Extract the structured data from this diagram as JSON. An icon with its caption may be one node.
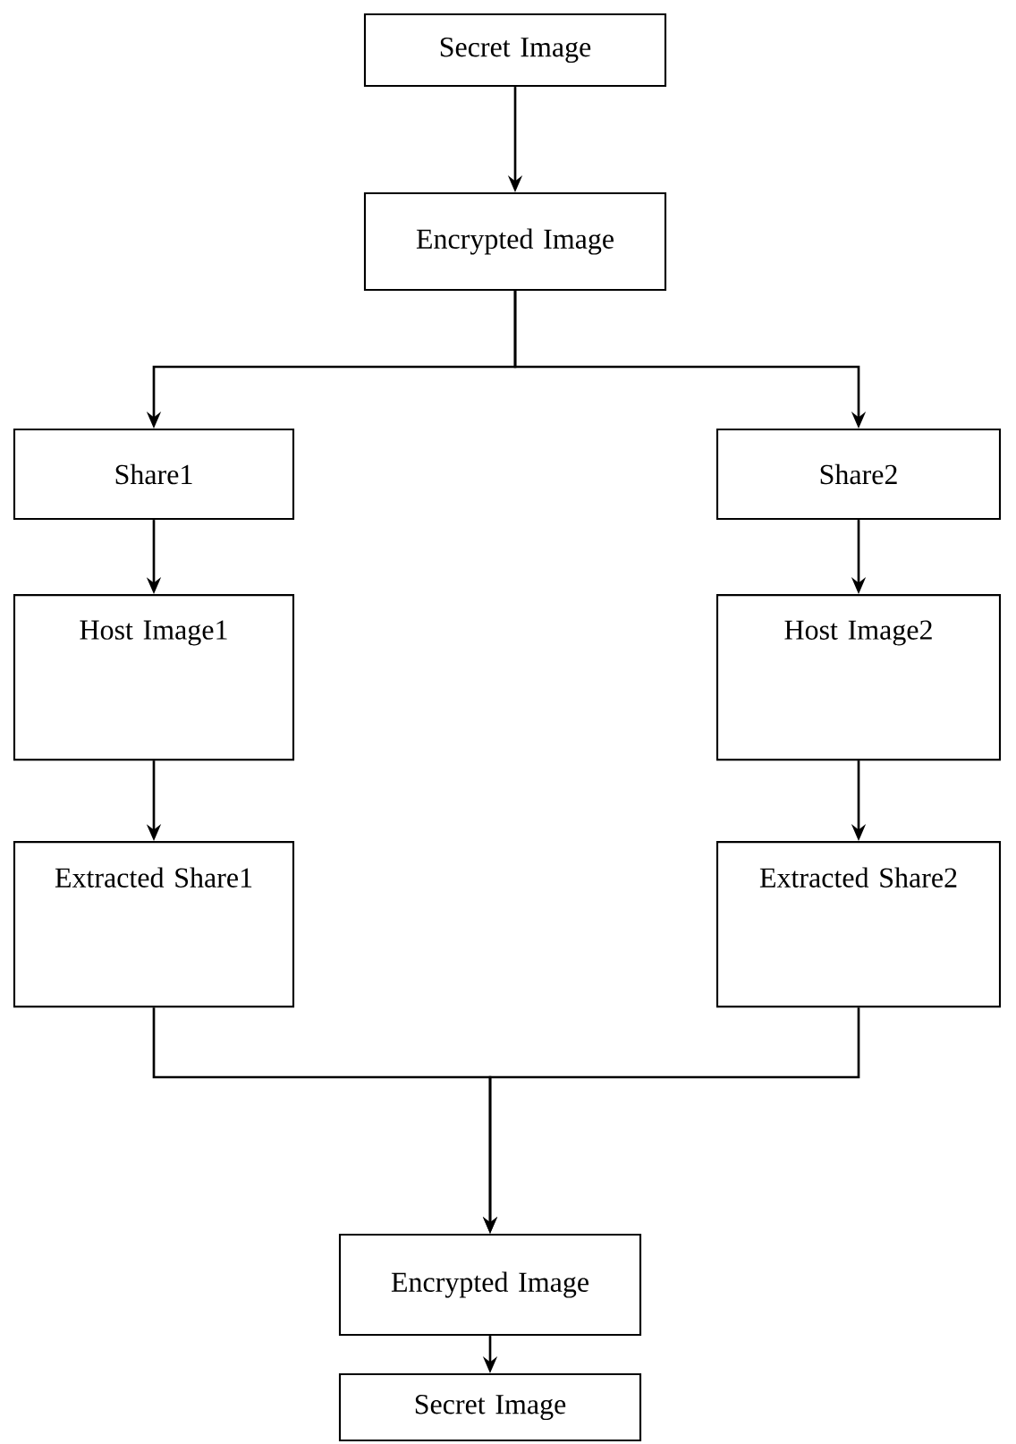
{
  "diagram": {
    "nodes": [
      {
        "text": [
          "Secret Image"
        ]
      },
      {
        "text": [
          "Encrypted Image"
        ]
      },
      {
        "text": [
          "Share1"
        ]
      },
      {
        "text": [
          "Share2"
        ]
      },
      {
        "text": [
          "Host Image1"
        ]
      },
      {
        "text": [
          "Host Image2"
        ]
      },
      {
        "text": [
          "Extracted Share1"
        ]
      },
      {
        "text": [
          "Extracted Share2"
        ]
      },
      {
        "text": [
          "Encrypted Image"
        ]
      },
      {
        "text": [
          "Secret Image"
        ]
      }
    ],
    "edges": [
      {
        "from": 0,
        "to": 1,
        "arrow": "to"
      },
      {
        "from": 1,
        "to": 2,
        "arrow": "to"
      },
      {
        "from": 1,
        "to": 3,
        "arrow": "to"
      },
      {
        "from": 2,
        "to": 4,
        "arrow": "to"
      },
      {
        "from": 3,
        "to": 5,
        "arrow": "to"
      },
      {
        "from": 4,
        "to": 6,
        "arrow": "to"
      },
      {
        "from": 5,
        "to": 7,
        "arrow": "to"
      },
      {
        "from": 6,
        "to": 8,
        "arrow": "to"
      },
      {
        "from": 7,
        "to": 8,
        "arrow": "to"
      },
      {
        "from": 8,
        "to": 9,
        "arrow": "to"
      }
    ]
  }
}
